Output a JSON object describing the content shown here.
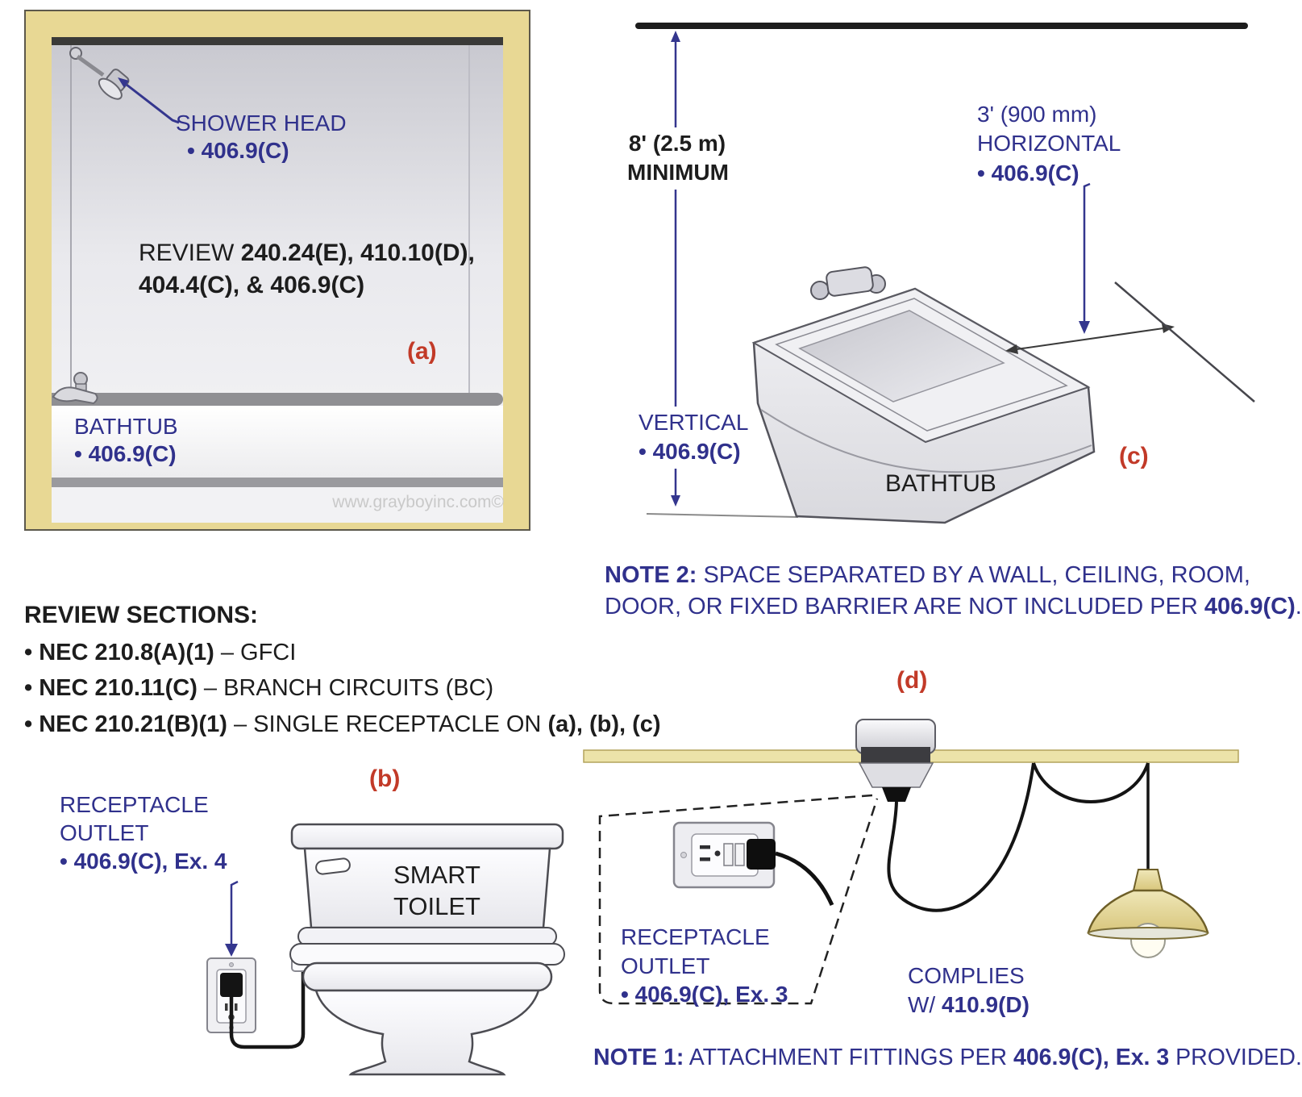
{
  "palette": {
    "navy_text": "#30318c",
    "red_label": "#c23a28",
    "black_text": "#1d1d1d",
    "frame_tan": "#e8d894",
    "ceiling_tan": "#ece3a9",
    "lamp_tan": "#ddca80",
    "watermark_gray": "#c9c9c9"
  },
  "icons": {
    "shower_head": "shower-head-icon",
    "tub_faucet": "tub-faucet-icon",
    "toilet": "toilet-icon",
    "outlet": "receptacle-outlet-icon",
    "pendant": "pendant-light-icon"
  },
  "diagram_a": {
    "label": "(a)",
    "shower_head": {
      "title": "SHOWER HEAD",
      "ref": "• 406.9(C)"
    },
    "review_note": {
      "prefix": "REVIEW ",
      "refs_line1": "240.24(E), 410.10(D),",
      "refs_line2": "404.4(C), & 406.9(C)"
    },
    "bathtub": {
      "title": "BATHTUB",
      "ref": "• 406.9(C)"
    },
    "watermark": "www.grayboyinc.com©"
  },
  "diagram_c": {
    "label": "(c)",
    "min_height": {
      "line1": "8' (2.5 m)",
      "line2": "MINIMUM"
    },
    "horizontal": {
      "line1": "3' (900 mm)",
      "line2": "HORIZONTAL",
      "ref": "• 406.9(C)"
    },
    "vertical": {
      "line1": "VERTICAL",
      "ref": "• 406.9(C)"
    },
    "bathtub_label": "BATHTUB"
  },
  "note2": {
    "prefix": "NOTE 2:",
    "line1": " SPACE SEPARATED BY A WALL, CEILING, ROOM,",
    "line2": "DOOR, OR FIXED BARRIER ARE NOT INCLUDED PER ",
    "ref": "406.9(C)",
    "suffix": "."
  },
  "review_sections": {
    "heading": "REVIEW SECTIONS:",
    "items": [
      {
        "code": "• NEC 210.8(A)(1)",
        "desc": " – GFCI",
        "bold_suffix": ""
      },
      {
        "code": "• NEC 210.11(C)",
        "desc": " – BRANCH CIRCUITS (BC)",
        "bold_suffix": ""
      },
      {
        "code": "• NEC 210.21(B)(1)",
        "desc": " – SINGLE RECEPTACLE ON ",
        "bold_suffix": "(a), (b), (c)"
      }
    ]
  },
  "diagram_b": {
    "label": "(b)",
    "receptacle": {
      "line1": "RECEPTACLE",
      "line2": "OUTLET",
      "ref": "• 406.9(C), Ex. 4"
    },
    "toilet": {
      "line1": "SMART",
      "line2": "TOILET"
    }
  },
  "diagram_d": {
    "label": "(d)",
    "receptacle": {
      "line1": "RECEPTACLE",
      "line2": "OUTLET",
      "ref": "• 406.9(C), Ex. 3"
    },
    "complies": {
      "line1": "COMPLIES",
      "line2_prefix": "W/ ",
      "line2_ref": "410.9(D)"
    }
  },
  "note1": {
    "prefix": "NOTE 1:",
    "body": " ATTACHMENT FITTINGS PER ",
    "ref": "406.9(C), Ex. 3",
    "suffix": " PROVIDED."
  }
}
